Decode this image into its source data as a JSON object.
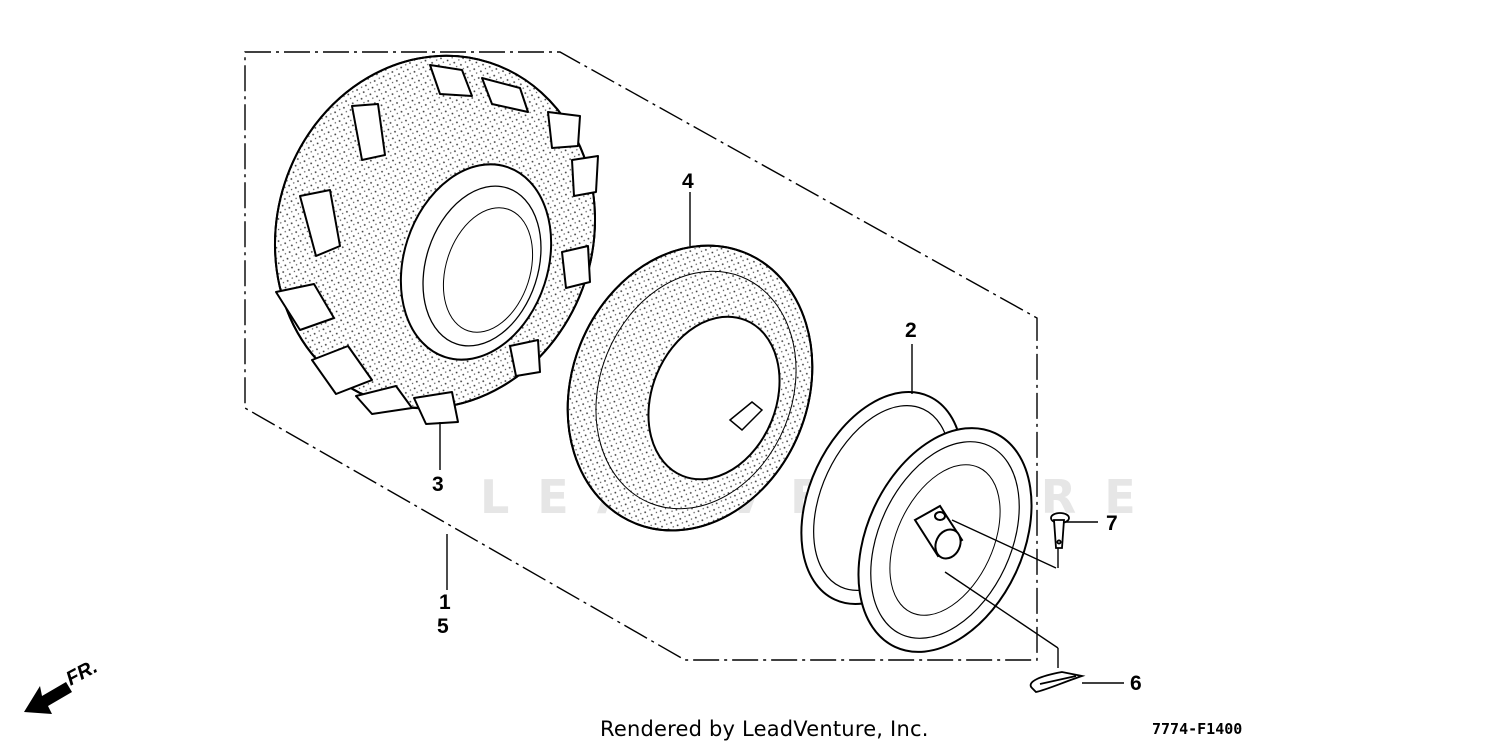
{
  "watermark": "LEADVENTURE",
  "direction_label": "FR.",
  "footer": {
    "credit": "Rendered by LeadVenture, Inc.",
    "diagram_code": "7774-F1400"
  },
  "callouts": {
    "tire": "3",
    "tube": "4",
    "rim": "2",
    "pin": "7",
    "clip": "6",
    "assembly_a": "1",
    "assembly_b": "5"
  },
  "parts": [
    {
      "ref": "1",
      "part": "wheel-assembly"
    },
    {
      "ref": "2",
      "part": "rim"
    },
    {
      "ref": "3",
      "part": "tire"
    },
    {
      "ref": "4",
      "part": "tube"
    },
    {
      "ref": "5",
      "part": "wheel-assembly"
    },
    {
      "ref": "6",
      "part": "clip"
    },
    {
      "ref": "7",
      "part": "pin"
    }
  ]
}
